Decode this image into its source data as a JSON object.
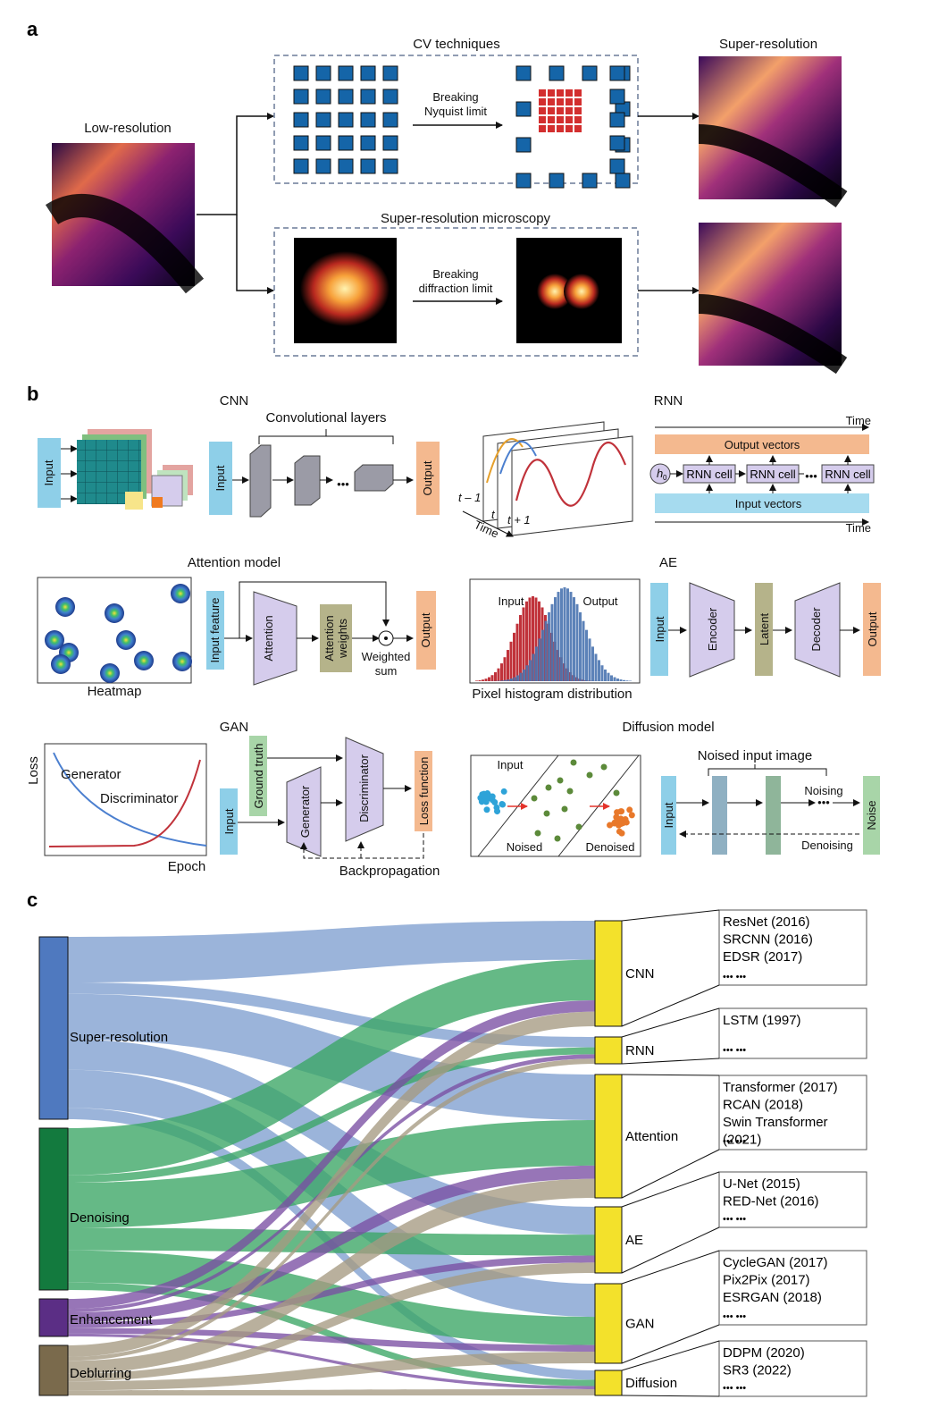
{
  "panels": {
    "a": "a",
    "b": "b",
    "c": "c"
  },
  "a": {
    "low_res": "Low-resolution",
    "cv_title": "CV techniques",
    "nyquist": [
      "Breaking",
      "Nyquist limit"
    ],
    "super_res": "Super-resolution",
    "srm_title": "Super-resolution microscopy",
    "diffraction": [
      "Breaking",
      "diffraction limit"
    ]
  },
  "b": {
    "cnn": {
      "title": "CNN",
      "layers": "Convolutional layers",
      "input": "Input",
      "output": "Output",
      "dots": "•••"
    },
    "rnn": {
      "title": "RNN",
      "time": "Time",
      "output_vectors": "Output vectors",
      "input_vectors": "Input vectors",
      "cell": "RNN cell",
      "h0": "h",
      "h0_sub": "0",
      "dots": "•••",
      "t_minus": "t – 1",
      "t": "t",
      "t_plus": "t + 1"
    },
    "attention": {
      "title": "Attention model",
      "heatmap": "Heatmap",
      "input_feature": "Input feature",
      "attention": "Attention",
      "weights": [
        "Attention",
        "weights"
      ],
      "weighted_sum": [
        "Weighted",
        "sum"
      ],
      "output": "Output"
    },
    "hist": {
      "input": "Input",
      "output": "Output",
      "caption": "Pixel histogram distribution"
    },
    "ae": {
      "title": "AE",
      "input": "Input",
      "encoder": "Encoder",
      "latent": "Latent",
      "decoder": "Decoder",
      "output": "Output"
    },
    "gan": {
      "title": "GAN",
      "loss": "Loss",
      "generator_curve": "Generator",
      "discriminator_curve": "Discriminator",
      "epoch": "Epoch",
      "input": "Input",
      "ground_truth": "Ground truth",
      "generator": "Generator",
      "discriminator": "Discriminator",
      "loss_function": "Loss function",
      "backprop": "Backpropagation"
    },
    "diffusion": {
      "title": "Diffusion model",
      "input": "Input",
      "noised": "Noised",
      "denoised": "Denoised",
      "noised_input_image": "Noised input image",
      "input_block": "Input",
      "noise": "Noise",
      "noising": "Noising",
      "denoising": "Denoising",
      "dots": "•••"
    }
  },
  "c": {
    "tasks": [
      {
        "label": "Super-resolution",
        "color": "#4f79bf"
      },
      {
        "label": "Denoising",
        "color": "#137a3e"
      },
      {
        "label": "Enhancement",
        "color": "#5b2e85"
      },
      {
        "label": "Deblurring",
        "color": "#7a6a4c"
      }
    ],
    "models": [
      {
        "label": "CNN",
        "refs": [
          "ResNet (2016)",
          "SRCNN (2016)",
          "EDSR (2017)",
          "••• •••"
        ]
      },
      {
        "label": "RNN",
        "refs": [
          "LSTM (1997)",
          "••• •••"
        ]
      },
      {
        "label": "Attention",
        "refs": [
          "Transformer (2017)",
          "RCAN (2018)",
          "Swin Transformer",
          "(2021)",
          "••• •••"
        ]
      },
      {
        "label": "AE",
        "refs": [
          "U-Net (2015)",
          "RED-Net (2016)",
          "••• •••"
        ]
      },
      {
        "label": "GAN",
        "refs": [
          "CycleGAN (2017)",
          "Pix2Pix (2017)",
          "ESRGAN (2018)",
          "••• •••"
        ]
      },
      {
        "label": "Diffusion",
        "refs": [
          "DDPM (2020)",
          "SR3 (2022)",
          "••• •••"
        ]
      }
    ],
    "flow_colors": {
      "super": "#7f9fcf",
      "denoise": "#3aa564",
      "enhance": "#7a4ea3",
      "deblur": "#a59a82"
    },
    "node_color": "#f3e12b"
  }
}
